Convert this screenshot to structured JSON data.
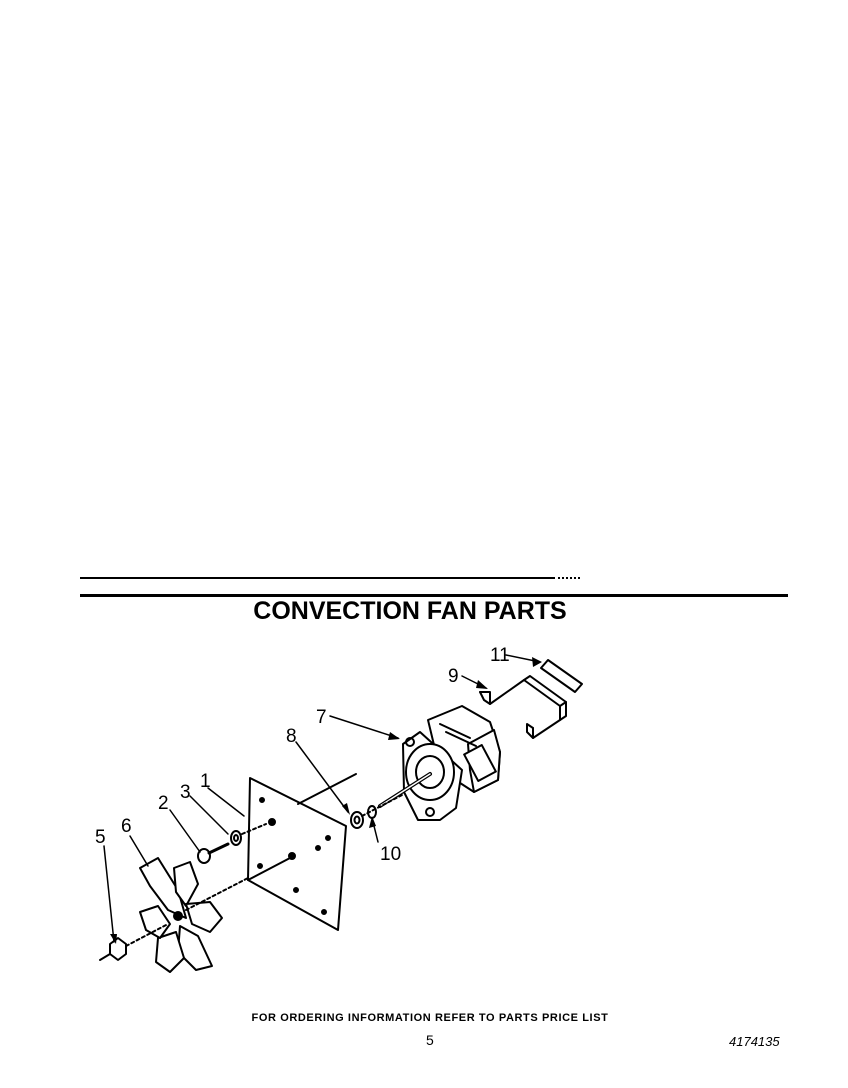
{
  "title": "CONVECTION FAN PARTS",
  "footer_note": "FOR ORDERING INFORMATION REFER TO PARTS PRICE LIST",
  "page_number": "5",
  "document_number": "4174135",
  "callouts": [
    "1",
    "2",
    "3",
    "5",
    "6",
    "7",
    "8",
    "9",
    "10",
    "11"
  ]
}
